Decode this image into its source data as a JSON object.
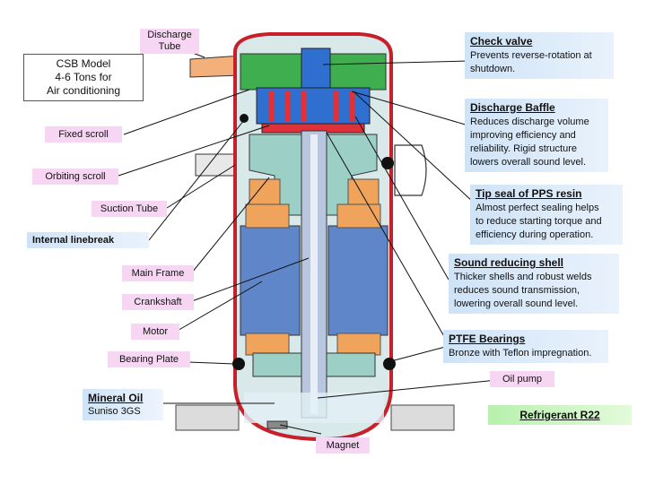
{
  "labels": {
    "discharge_tube": "Discharge Tube",
    "model_line1": "CSB Model",
    "model_line2": "4-6 Tons for",
    "model_line3": "Air conditioning",
    "fixed_scroll": "Fixed scroll",
    "orbiting_scroll": "Orbiting scroll",
    "suction_tube": "Suction Tube",
    "internal_linebreak": "Internal linebreak",
    "main_frame": "Main Frame",
    "crankshaft": "Crankshaft",
    "motor": "Motor",
    "bearing_plate": "Bearing Plate",
    "mineral_oil_title": "Mineral Oil",
    "mineral_oil_desc": "Suniso 3GS",
    "magnet": "Magnet",
    "oil_pump": "Oil pump",
    "refrigerant": "Refrigerant R22"
  },
  "callouts": {
    "check_valve": {
      "title": "Check valve",
      "desc1": "Prevents reverse-rotation at",
      "desc2": "shutdown."
    },
    "discharge_baffle": {
      "title": "Discharge Baffle",
      "desc1": "Reduces discharge volume",
      "desc2": "improving efficiency and",
      "desc3": "reliability.  Rigid structure",
      "desc4": "lowers overall sound level."
    },
    "tip_seal": {
      "title": "Tip seal of PPS resin",
      "desc1": "Almost perfect sealing helps",
      "desc2": "to reduce starting torque and",
      "desc3": "efficiency during operation."
    },
    "sound_shell": {
      "title": "Sound reducing shell",
      "desc1": "Thicker shells and robust welds",
      "desc2": "reduces sound transmission,",
      "desc3": "lowering overall sound level."
    },
    "ptfe": {
      "title": "PTFE Bearings",
      "desc1": "Bronze with Teflon impregnation."
    }
  },
  "colors": {
    "shell": "#c8202a",
    "motor": "#5f86c8",
    "frame": "#f0a35a",
    "top": "#3fae4f",
    "blue_part": "#2f6fd0",
    "pink_label": "#f6d6f2",
    "blue_label": "#cfe3f7",
    "green_label": "#b8f0ad"
  }
}
